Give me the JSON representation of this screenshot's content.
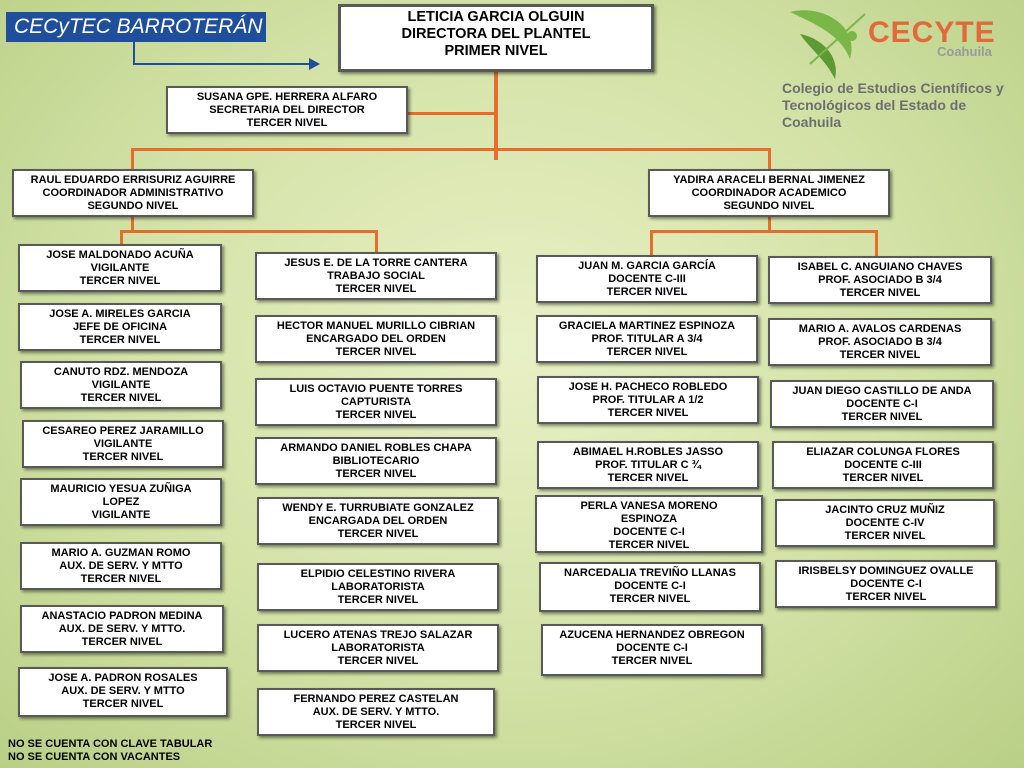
{
  "header": {
    "title_tag": "CECyTEC BARROTERÁN",
    "director": [
      "LETICIA GARCIA OLGUIN",
      "DIRECTORA DEL PLANTEL",
      "PRIMER NIVEL"
    ]
  },
  "logo": {
    "word": "CECYTE",
    "sub": "Coahuila",
    "desc_line1": "Colegio de Estudios Científicos y",
    "desc_line2": "Tecnológicos del Estado de Coahuila",
    "colors": {
      "green": "#7ab648",
      "orange": "#e3693a"
    }
  },
  "secretary": [
    "SUSANA GPE. HERRERA ALFARO",
    "SECRETARIA DEL DIRECTOR",
    "TERCER NIVEL"
  ],
  "coordinators": {
    "admin": [
      "RAUL EDUARDO ERRISURIZ AGUIRRE",
      "COORDINADOR ADMINISTRATIVO",
      "SEGUNDO NIVEL"
    ],
    "academic": [
      "YADIRA ARACELI BERNAL JIMENEZ",
      "COORDINADOR ACADEMICO",
      "SEGUNDO NIVEL"
    ]
  },
  "column1": [
    [
      "JOSE MALDONADO ACUÑA",
      "VIGILANTE",
      "TERCER NIVEL"
    ],
    [
      "JOSE A. MIRELES GARCIA",
      "JEFE DE OFICINA",
      "TERCER NIVEL"
    ],
    [
      "CANUTO RDZ. MENDOZA",
      "VIGILANTE",
      "TERCER NIVEL"
    ],
    [
      "CESAREO PEREZ JARAMILLO",
      "VIGILANTE",
      "TERCER NIVEL"
    ],
    [
      "MAURICIO YESUA ZUÑIGA",
      "LOPEZ",
      "VIGILANTE"
    ],
    [
      "MARIO A. GUZMAN ROMO",
      "AUX. DE SERV. Y MTTO",
      "TERCER NIVEL"
    ],
    [
      "ANASTACIO PADRON MEDINA",
      "AUX. DE SERV. Y MTTO.",
      "TERCER NIVEL"
    ],
    [
      "JOSE A. PADRON ROSALES",
      "AUX. DE SERV. Y MTTO",
      "TERCER NIVEL"
    ]
  ],
  "column2": [
    [
      "JESUS E. DE LA TORRE CANTERA",
      "TRABAJO SOCIAL",
      "TERCER NIVEL"
    ],
    [
      "HECTOR MANUEL MURILLO CIBRIAN",
      "ENCARGADO DEL ORDEN",
      "TERCER NIVEL"
    ],
    [
      "LUIS OCTAVIO PUENTE TORRES",
      "CAPTURISTA",
      "TERCER NIVEL"
    ],
    [
      "ARMANDO DANIEL ROBLES CHAPA",
      "BIBLIOTECARIO",
      "TERCER NIVEL"
    ],
    [
      "WENDY E. TURRUBIATE GONZALEZ",
      "ENCARGADA DEL ORDEN",
      "TERCER NIVEL"
    ],
    [
      "ELPIDIO CELESTINO RIVERA",
      "LABORATORISTA",
      "TERCER NIVEL"
    ],
    [
      "LUCERO ATENAS TREJO SALAZAR",
      "LABORATORISTA",
      "TERCER NIVEL"
    ],
    [
      "FERNANDO PEREZ CASTELAN",
      "AUX. DE SERV. Y MTTO.",
      "TERCER NIVEL"
    ]
  ],
  "column3": [
    [
      "JUAN M. GARCIA GARCÍA",
      "DOCENTE C-III",
      "TERCER NIVEL"
    ],
    [
      "GRACIELA MARTINEZ ESPINOZA",
      "PROF. TITULAR A 3/4",
      "TERCER NIVEL"
    ],
    [
      "JOSE H. PACHECO ROBLEDO",
      "PROF. TITULAR A 1/2",
      "TERCER NIVEL"
    ],
    [
      "ABIMAEL H.ROBLES JASSO",
      "PROF. TITULAR C ¾",
      "TERCER NIVEL"
    ],
    [
      "PERLA VANESA MORENO",
      "ESPINOZA",
      "DOCENTE C-I",
      "TERCER NIVEL"
    ],
    [
      "NARCEDALIA TREVIÑO LLANAS",
      "DOCENTE C-I",
      "TERCER NIVEL"
    ],
    [
      "AZUCENA HERNANDEZ OBREGON",
      "DOCENTE C-I",
      "TERCER NIVEL"
    ]
  ],
  "column4": [
    [
      "ISABEL C. ANGUIANO CHAVES",
      "PROF. ASOCIADO B 3/4",
      "TERCER NIVEL"
    ],
    [
      "MARIO A. AVALOS CARDENAS",
      "PROF. ASOCIADO B 3/4",
      "TERCER NIVEL"
    ],
    [
      "JUAN DIEGO CASTILLO DE ANDA",
      "DOCENTE C-I",
      "TERCER NIVEL"
    ],
    [
      "ELIAZAR COLUNGA FLORES",
      "DOCENTE C-III",
      "TERCER NIVEL"
    ],
    [
      "JACINTO CRUZ MUÑIZ",
      "DOCENTE C-IV",
      "TERCER NIVEL"
    ],
    [
      "IRISBELSY DOMINGUEZ OVALLE",
      "DOCENTE C-I",
      "TERCER NIVEL"
    ]
  ],
  "footnotes": [
    "NO SE CUENTA CON CLAVE TABULAR",
    "NO SE CUENTA CON VACANTES"
  ]
}
